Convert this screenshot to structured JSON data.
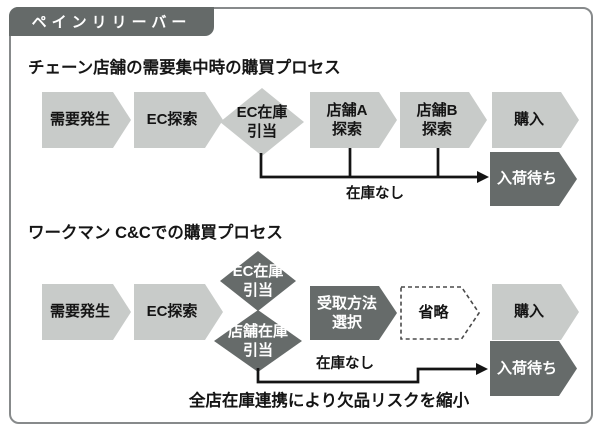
{
  "banner": {
    "label": "ペインリリーバー"
  },
  "colors": {
    "shape_light": "#c8cbc9",
    "shape_dark": "#666b6a",
    "line": "#141414",
    "frame_border": "#878a8b"
  },
  "sections": [
    {
      "heading": "チェーン店舗の需要集中時の購買プロセス",
      "steps": {
        "demand": "需要発生",
        "ec_search": "EC探索",
        "ec_stock": "EC在庫\n引当",
        "store_a": "店舗A\n探索",
        "store_b": "店舗B\n探索",
        "purchase": "購入",
        "backorder": "入荷待ち"
      },
      "no_stock_label": "在庫なし"
    },
    {
      "heading": "ワークマン C&Cでの購買プロセス",
      "steps": {
        "demand": "需要発生",
        "ec_search": "EC探索",
        "ec_stock": "EC在庫\n引当",
        "store_stock": "店舗在庫\n引当",
        "receive_method": "受取方法\n選択",
        "omitted": "省略",
        "purchase": "購入",
        "backorder": "入荷待ち"
      },
      "no_stock_label": "在庫なし",
      "note": "全店在庫連携により欠品リスクを縮小"
    }
  ]
}
